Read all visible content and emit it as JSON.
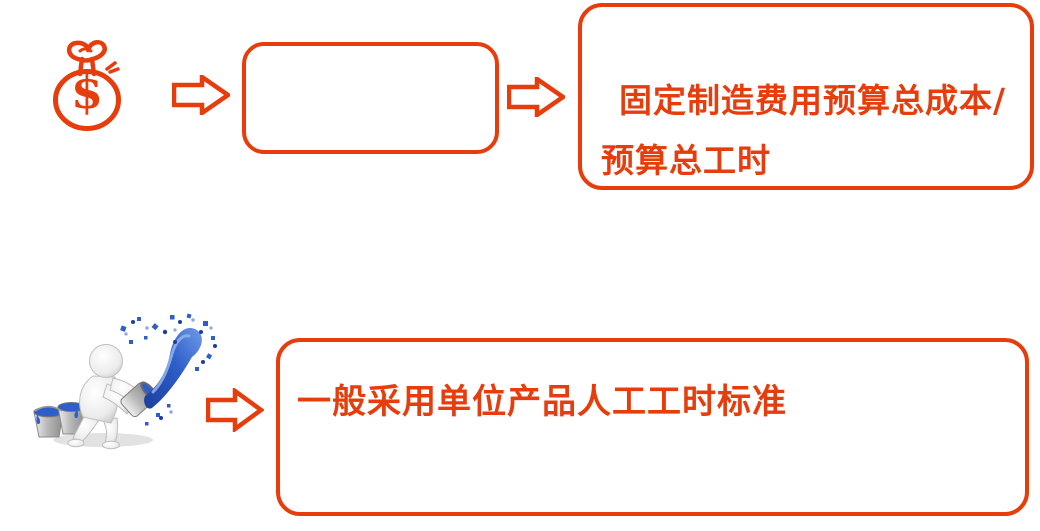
{
  "page": {
    "background": "#ffffff",
    "accent_color": "#E73C0C",
    "splash_blue": "#2E5EC8",
    "splash_blue_dark": "#1C3F9C"
  },
  "top_flow": {
    "money_bag_icon": {
      "name": "money-bag",
      "glyph": "$"
    },
    "arrow1_icon": "right-block-arrow",
    "empty_box_label": "",
    "arrow2_icon": "right-block-arrow",
    "result_box": {
      "line1": "固定制造费用预算总成本/",
      "line2": "预算总工时"
    }
  },
  "bottom_flow": {
    "figure_illustration": "person-pouring-blue-paint",
    "arrow_icon": "right-block-arrow",
    "box_label": "一般采用单位产品人工工时标准"
  }
}
